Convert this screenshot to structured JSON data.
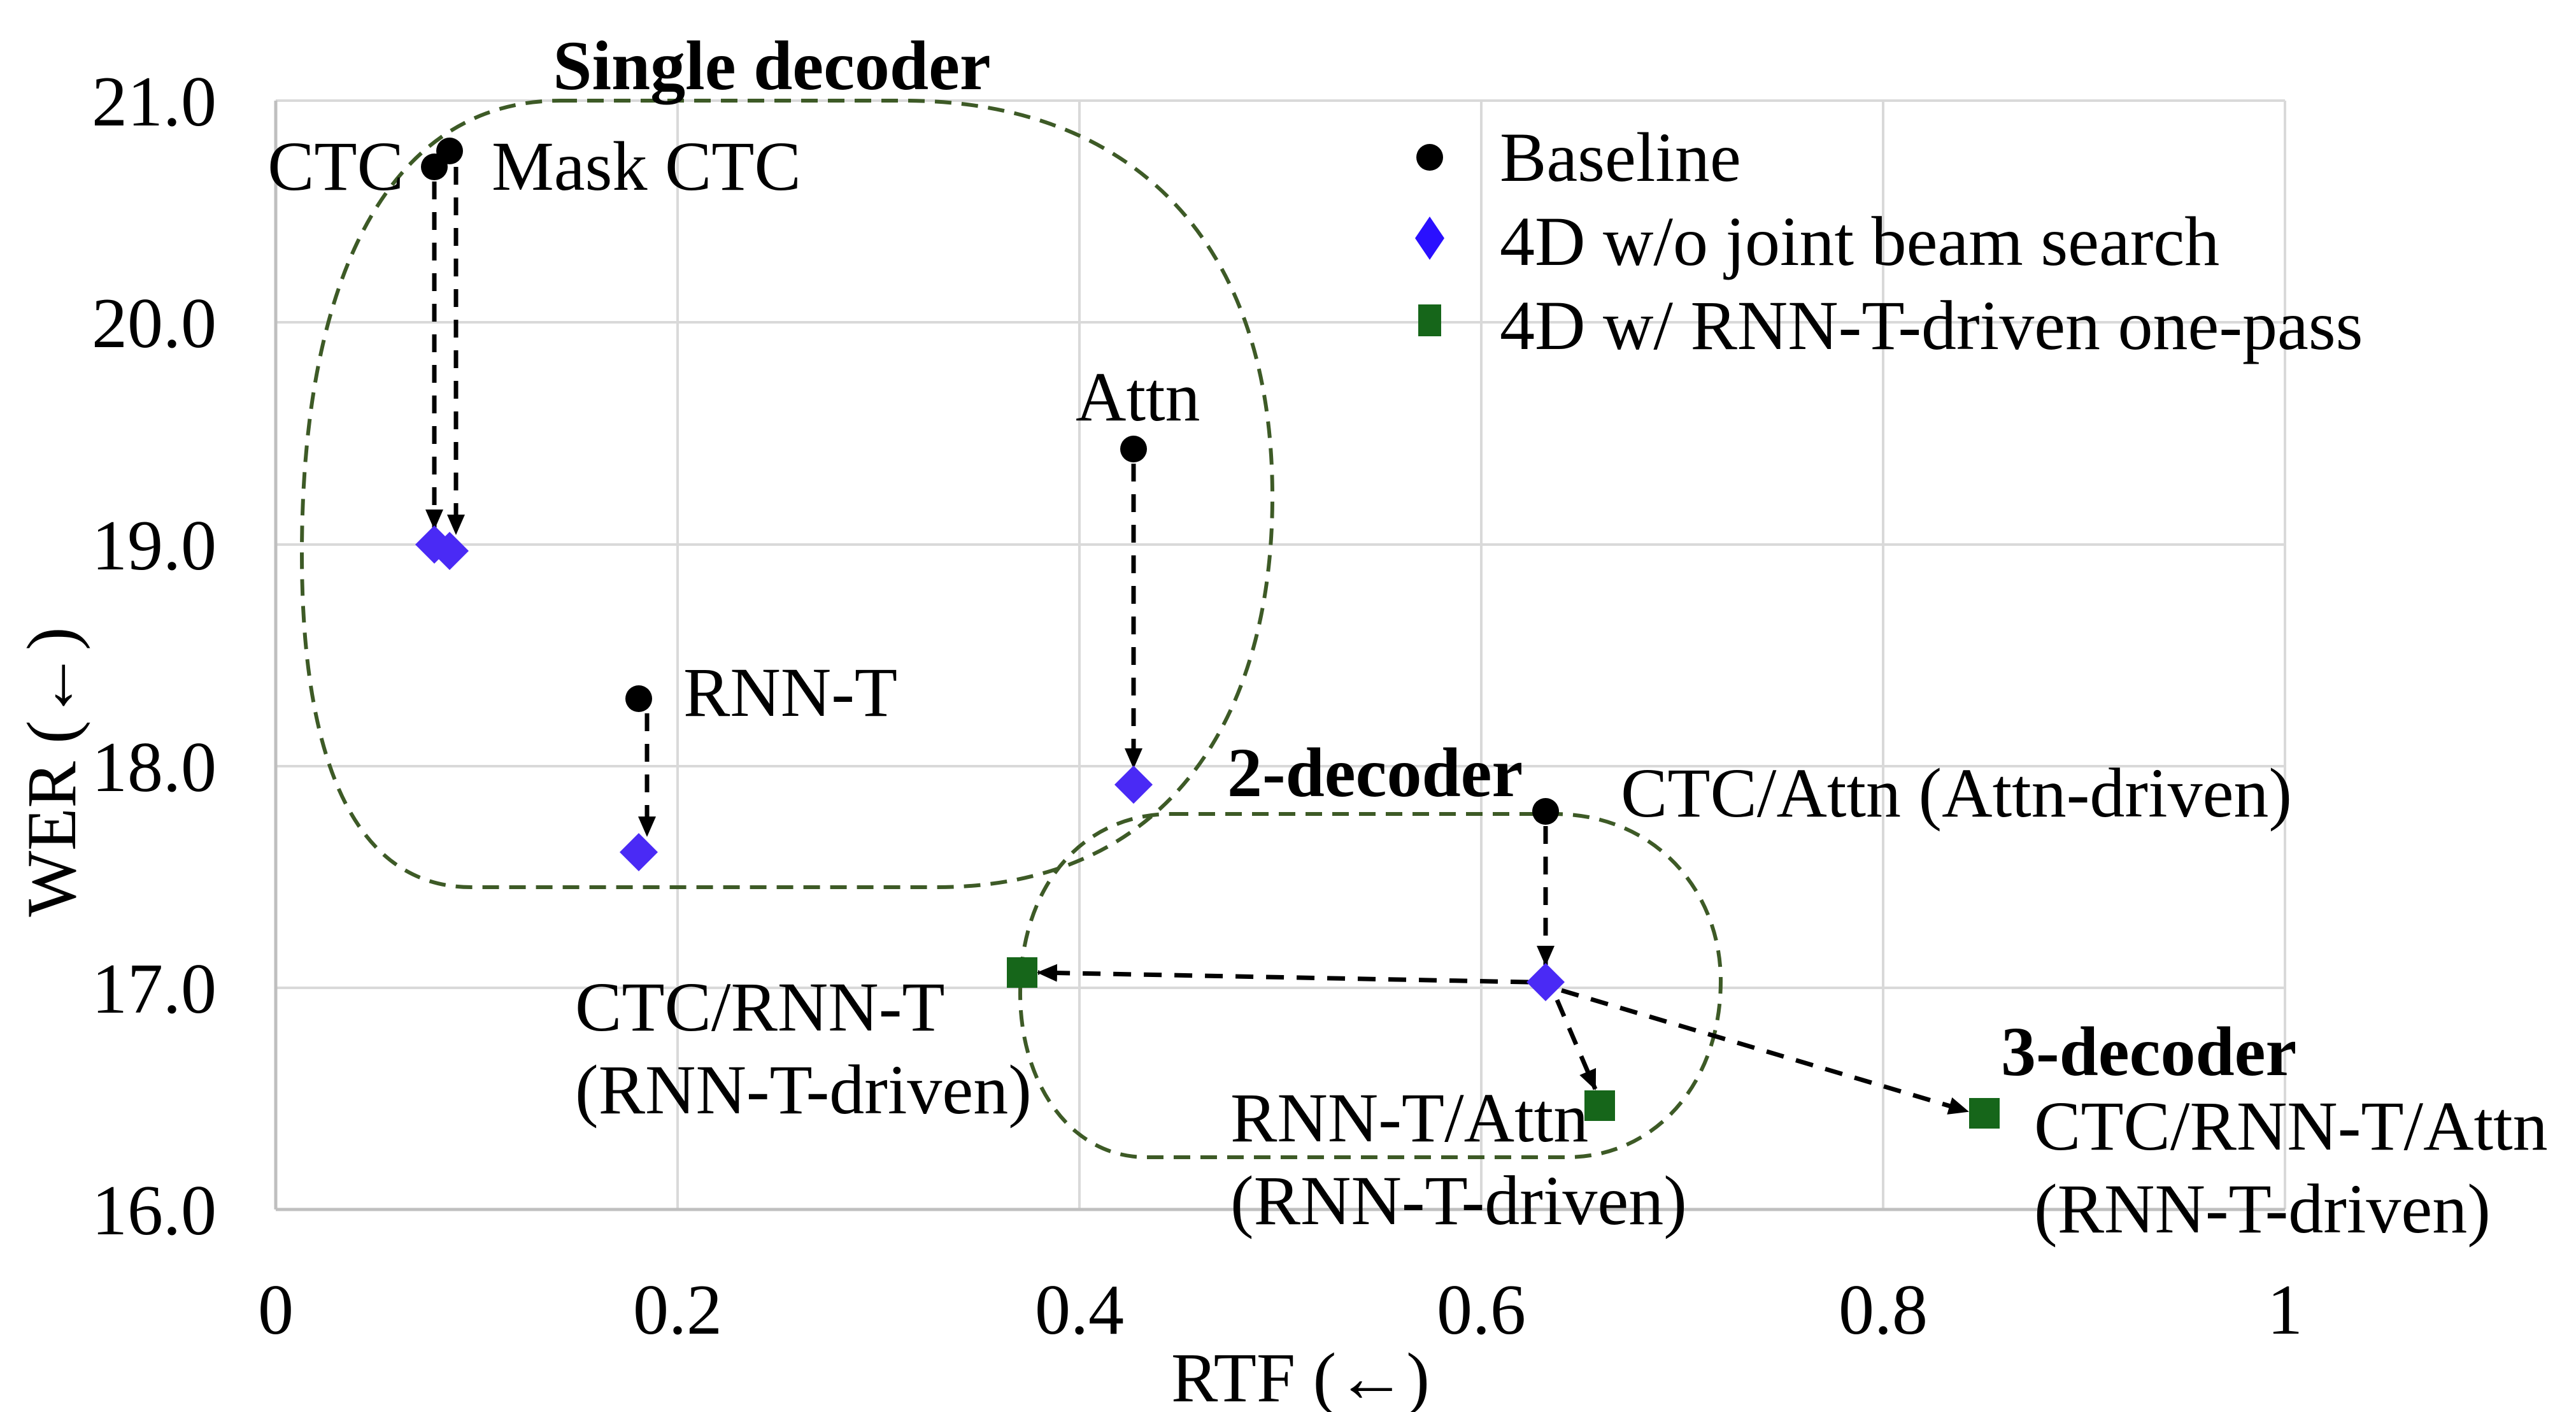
{
  "chart_data": {
    "type": "scatter",
    "title": "",
    "xlabel": "RTF (←)",
    "ylabel": "WER (←)",
    "xlim": [
      0,
      1
    ],
    "ylim": [
      16.0,
      21.0
    ],
    "x_ticks": [
      "0",
      "0.2",
      "0.4",
      "0.6",
      "0.8",
      "1"
    ],
    "y_ticks": [
      "16.0",
      "17.0",
      "18.0",
      "19.0",
      "20.0",
      "21.0"
    ],
    "grid": true,
    "legend_position": "upper right (inside plot)",
    "legend": [
      "Baseline",
      "4D w/o joint beam search",
      "4D w/ RNN-T-driven one-pass"
    ],
    "series": [
      {
        "name": "Baseline",
        "marker": "circle",
        "color": "#000000",
        "points": [
          {
            "label": "CTC",
            "x": 0.079,
            "y": 20.7
          },
          {
            "label": "Mask CTC",
            "x": 0.086,
            "y": 20.77
          },
          {
            "label": "Attn",
            "x": 0.427,
            "y": 19.43
          },
          {
            "label": "RNN-T",
            "x": 0.181,
            "y": 18.3
          },
          {
            "label": "CTC/Attn (Attn-driven)",
            "x": 0.632,
            "y": 17.79
          }
        ]
      },
      {
        "name": "4D w/o joint beam search",
        "marker": "diamond",
        "color": "#4a2af5",
        "points": [
          {
            "label": "CTC",
            "x": 0.079,
            "y": 19.0
          },
          {
            "label": "Mask CTC",
            "x": 0.086,
            "y": 18.97
          },
          {
            "label": "Attn",
            "x": 0.427,
            "y": 17.92
          },
          {
            "label": "RNN-T",
            "x": 0.181,
            "y": 17.61
          },
          {
            "label": "CTC/Attn (Attn-driven)",
            "x": 0.632,
            "y": 17.03
          }
        ]
      },
      {
        "name": "4D w/ RNN-T-driven one-pass",
        "marker": "square",
        "color": "#16661a",
        "points": [
          {
            "label": "CTC/RNN-T (RNN-T-driven)",
            "x": 0.371,
            "y": 17.07
          },
          {
            "label": "RNN-T/Attn (RNN-T-driven)",
            "x": 0.659,
            "y": 16.47
          },
          {
            "label": "CTC/RNN-T/Attn (RNN-T-driven)",
            "x": 0.85,
            "y": 16.43
          }
        ]
      }
    ],
    "annotations": {
      "groups": [
        "Single decoder",
        "2-decoder",
        "3-decoder"
      ],
      "point_labels": {
        "ctc": "CTC",
        "mask_ctc": "Mask CTC",
        "attn": "Attn",
        "rnnt": "RNN-T",
        "ctc_attn": "CTC/Attn (Attn-driven)",
        "ctc_rnnt_1": "CTC/RNN-T",
        "ctc_rnnt_2": "(RNN-T-driven)",
        "rnnt_attn_1": "RNN-T/Attn",
        "rnnt_attn_2": "(RNN-T-driven)",
        "ctc_rnnt_attn_1": "CTC/RNN-T/Attn",
        "ctc_rnnt_attn_2": "(RNN-T-driven)"
      },
      "arrows": [
        "CTC baseline → CTC 4D",
        "Mask CTC baseline → Mask CTC 4D",
        "RNN-T baseline → RNN-T 4D",
        "Attn baseline → Attn 4D",
        "CTC/Attn baseline → CTC/Attn 4D",
        "CTC/Attn 4D → CTC/RNN-T one-pass",
        "CTC/Attn 4D → RNN-T/Attn one-pass",
        "CTC/Attn 4D → CTC/RNN-T/Attn one-pass"
      ]
    },
    "colors": {
      "baseline": "#000000",
      "diamond": "#4a2af5",
      "legend_diamond": "#2a10ff",
      "square": "#16661a",
      "group_outline": "#3d5a26",
      "grid": "#d9d9d9"
    }
  }
}
